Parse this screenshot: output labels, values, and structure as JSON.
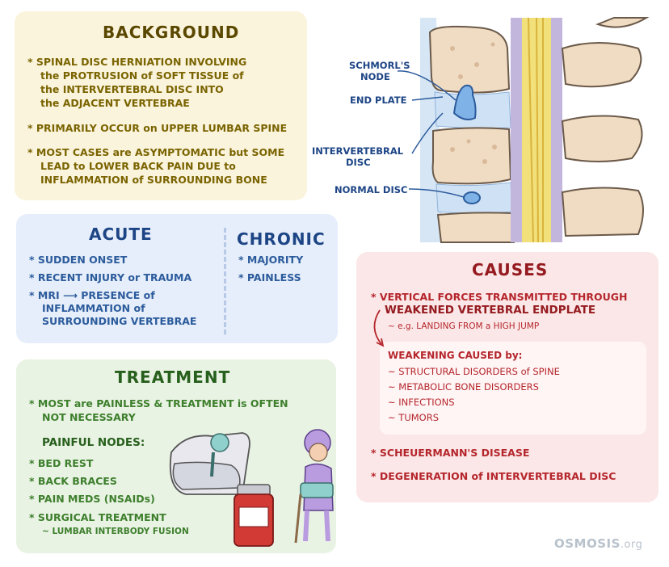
{
  "background": {
    "title": "BACKGROUND",
    "item1": [
      "* SPINAL DISC HERNIATION INVOLVING",
      "the PROTRUSION of SOFT TISSUE of",
      "the INTERVERTEBRAL DISC INTO",
      "the ADJACENT VERTEBRAE"
    ],
    "item2": "* PRIMARILY OCCUR on UPPER LUMBAR SPINE",
    "item3": [
      "* MOST CASES are ASYMPTOMATIC but SOME",
      "LEAD to LOWER BACK PAIN DUE to",
      "INFLAMMATION of SURROUNDING BONE"
    ]
  },
  "acute": {
    "title": "ACUTE",
    "items": [
      "* SUDDEN ONSET",
      "* RECENT INJURY or TRAUMA",
      "* MRI ⟶ PRESENCE of",
      "INFLAMMATION of",
      "SURROUNDING VERTEBRAE"
    ]
  },
  "chronic": {
    "title": "CHRONIC",
    "items": [
      "* MAJORITY",
      "* PAINLESS"
    ]
  },
  "treatment": {
    "title": "TREATMENT",
    "item1": [
      "* MOST are PAINLESS & TREATMENT is OFTEN",
      "NOT NECESSARY"
    ],
    "painful_heading": "PAINFUL NODES:",
    "painful_items": [
      "* BED REST",
      "* BACK BRACES",
      "* PAIN MEDS (NSAIDs)",
      "* SURGICAL TREATMENT"
    ],
    "surgical_note": "~ LUMBAR INTERBODY FUSION"
  },
  "causes": {
    "title": "CAUSES",
    "item1": [
      "* VERTICAL FORCES TRANSMITTED THROUGH",
      "WEAKENED VERTEBRAL ENDPLATE"
    ],
    "example": "~ e.g. LANDING FROM a HIGH JUMP",
    "weakening_heading": "WEAKENING CAUSED by:",
    "weakening_items": [
      "~ STRUCTURAL DISORDERS of SPINE",
      "~ METABOLIC BONE DISORDERS",
      "~ INFECTIONS",
      "~ TUMORS"
    ],
    "item2": "* SCHEUERMANN'S DISEASE",
    "item3": "* DEGENERATION of INTERVERTEBRAL DISC"
  },
  "anatomy_labels": {
    "schmorl": [
      "SCHMORL'S",
      "NODE"
    ],
    "endplate": "END PLATE",
    "intervertebral": [
      "INTERVERTEBRAL",
      "DISC"
    ],
    "normal": "NORMAL DISC"
  },
  "brand": {
    "name": "OSMOSIS",
    "suffix": ".org"
  },
  "colors": {
    "background_panel": "#fbf4dd",
    "acute_panel": "#e5eefa",
    "treatment_panel": "#e9f3e4",
    "causes_panel": "#fbe7e7"
  }
}
